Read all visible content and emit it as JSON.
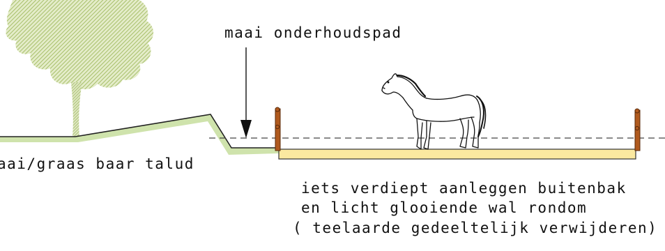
{
  "labels": {
    "path_label": "maai onderhoudspad",
    "slope_label": "aai/graas baar talud",
    "note_line1": "iets verdiept aanleggen buitenbak",
    "note_line2": "en licht glooiende wal rondom",
    "note_line3": "( teelaarde gedeeltelijk verwijderen)"
  },
  "icons": {
    "tree": "tree-icon",
    "horse": "horse-icon",
    "arrow": "arrow-down-icon"
  },
  "colors": {
    "tree_foliage": "#b3c97a",
    "grass_bank": "#cfe3ac",
    "arena_sand": "#fbe9a0",
    "fence_post": "#b05a1e",
    "line": "#222222"
  }
}
